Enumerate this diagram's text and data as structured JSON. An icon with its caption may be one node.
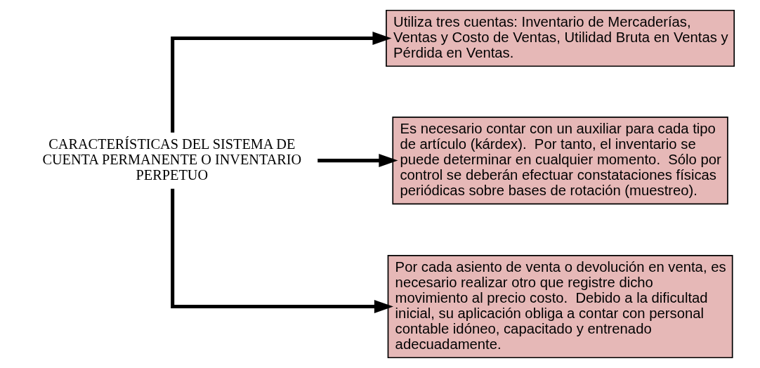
{
  "diagram": {
    "nodes": [
      {
        "text": [
          "CARACTERÍSTICAS DEL SISTEMA DE CUENTA PERMANENTE O INVENTARIO PERPETUO"
        ]
      },
      {
        "text": [
          "Utiliza tres cuentas: Inventario de Mercaderías, Ventas y Costo de Ventas, Utilidad Bruta en Ventas y Pérdida en Ventas."
        ]
      },
      {
        "text": [
          "Es necesario contar con un auxiliar para cada tipo de artículo (kárdex).  Por tanto, el inventario se puede determinar en cualquier momento.  Sólo por control se deberán efectuar constataciones físicas periódicas sobre bases de rotación (muestreo)."
        ]
      },
      {
        "text": [
          "Por cada asiento de venta o devolución en venta, es necesario realizar otro que registre dicho movimiento al precio costo.  Debido a la dificultad inicial, su aplicación obliga a contar con personal contable idóneo, capacitado y entrenado adecuadamente."
        ]
      }
    ],
    "edges": [
      {
        "from": 0,
        "to": 1,
        "arrow": "to"
      },
      {
        "from": 0,
        "to": 2,
        "arrow": "to"
      },
      {
        "from": 0,
        "to": 3,
        "arrow": "to"
      }
    ]
  }
}
